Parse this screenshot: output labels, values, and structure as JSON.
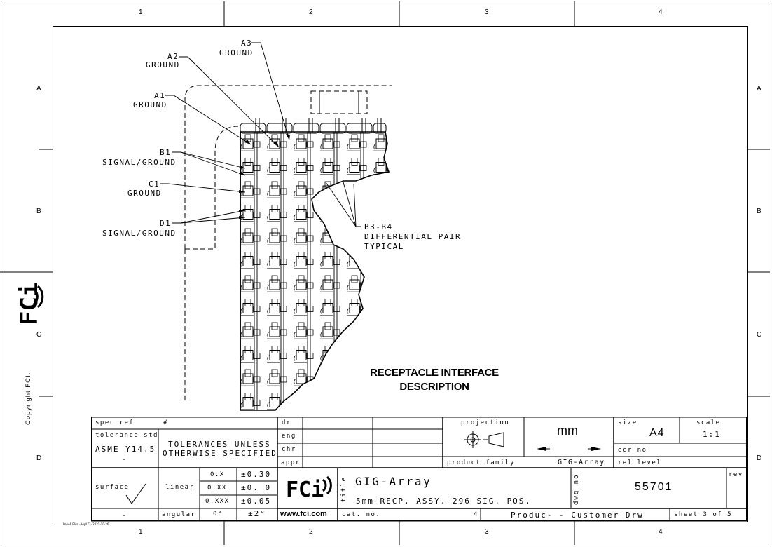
{
  "border": {
    "columns": [
      "1",
      "2",
      "3",
      "4"
    ],
    "rows": [
      "A",
      "B",
      "C",
      "D"
    ]
  },
  "sidebar": {
    "logo_text": "FCi",
    "copyright": "Copyright FCI."
  },
  "drawing": {
    "callouts": {
      "a3_id": "A3",
      "a3_desc": "GROUND",
      "a2_id": "A2",
      "a2_desc": "GROUND",
      "a1_id": "A1",
      "a1_desc": "GROUND",
      "b1_id": "B1",
      "b1_desc": "SIGNAL/GROUND",
      "c1_id": "C1",
      "c1_desc": "GROUND",
      "d1_id": "D1",
      "d1_desc": "SIGNAL/GROUND",
      "b3b4_id": "B3-B4",
      "b3b4_desc1": "DIFFERENTIAL PAIR",
      "b3b4_desc2": "TYPICAL"
    },
    "description_line1": "RECEPTACLE INTERFACE",
    "description_line2": "DESCRIPTION"
  },
  "title_block": {
    "spec_ref_label": "spec ref",
    "spec_ref_value": "#",
    "tolerance_std_label": "tolerance std",
    "tolerance_std_value": "ASME Y14.5",
    "tolerance_std_dash": "-",
    "tolerance_note1": "TOLERANCES UNLESS",
    "tolerance_note2": "OTHERWISE SPECIFIED",
    "surface_label": "surface",
    "surface_dash": "-",
    "linear_label": "linear",
    "angular_label": "angular",
    "tol_rows": [
      {
        "format": "0.X",
        "value": "±0.30"
      },
      {
        "format": "0.XX",
        "value": "±0. 0"
      },
      {
        "format": "0.XXX",
        "value": "±0.05"
      }
    ],
    "angular_format": "0°",
    "angular_value": "±2°",
    "dr_label": "dr",
    "eng_label": "eng",
    "chr_label": "chr",
    "appr_label": "appr",
    "projection_label": "projection",
    "units": "mm",
    "size_label": "size",
    "size_value": "A4",
    "scale_label": "scale",
    "scale_value": "1:1",
    "ecr_label": "ecr no",
    "rel_level_label": "rel level",
    "product_family_label": "product family",
    "product_family_value": "GIG-Array",
    "logo_text": "FCi",
    "website": "www.fci.com",
    "title_side_label": "title",
    "title_line1": "GIG-Array",
    "title_line2": "5mm  RECP. ASSY. 296 SIG. POS.",
    "dwg_no_label": "dwg no",
    "dwg_no_value": "55701",
    "rev_label": "rev",
    "cat_no_label": "cat. no.",
    "cat_no_value": "4",
    "product_type": "Produc- - Customer Drw",
    "sheet": "sheet 3 of 5"
  },
  "footer": {
    "print_note": "PenoΓ Pâte - Hψ4 C - 2021-10-26"
  }
}
